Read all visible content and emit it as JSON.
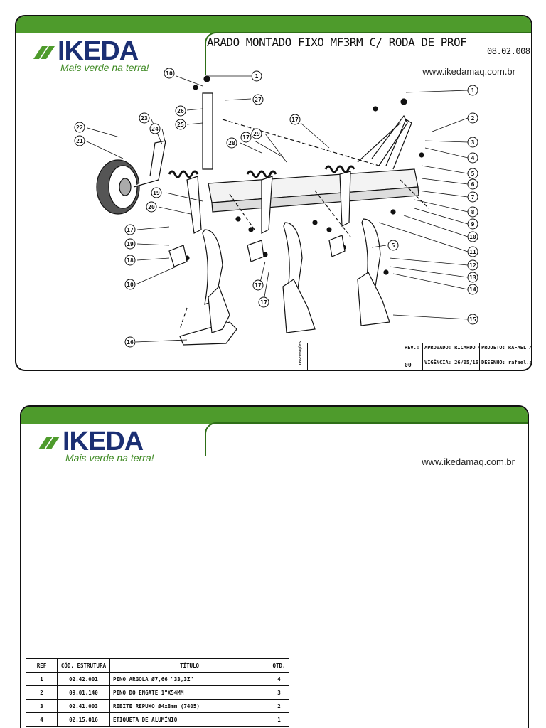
{
  "brand": {
    "name": "IKEDA",
    "tagline": "Mais verde na terra!",
    "url": "www.ikedamaq.com.br",
    "colors": {
      "green": "#4e9b2c",
      "navy": "#1b2f73",
      "tagline_green": "#3f8a24"
    }
  },
  "sheet1": {
    "title": "ARADO MONTADO FIXO MF3RM C/ RODA DE PROF",
    "date": "08.02.008",
    "callouts": [
      "1",
      "10",
      "27",
      "26",
      "25",
      "1",
      "2",
      "3",
      "4",
      "5",
      "6",
      "7",
      "8",
      "9",
      "10",
      "11",
      "12",
      "13",
      "14",
      "15",
      "5",
      "17",
      "29",
      "28",
      "17",
      "23",
      "24",
      "22",
      "21",
      "19",
      "20",
      "17",
      "19",
      "18",
      "10",
      "17",
      "17",
      "16"
    ],
    "titleblock": {
      "observacoes": "OBSERVAÇÕES",
      "rev_label": "REV.:",
      "rev_value": "00",
      "aprovado": "APROVADO: RICARDO C.",
      "vigencia_label": "VIGÊNCIA:",
      "vigencia_value": "26/05/16",
      "projeto": "PROJETO: RAFAEL A.",
      "desenho": "DESENHO: rafael.alves"
    }
  },
  "sheet2": {
    "table": {
      "headers": [
        "REF",
        "CÓD. ESTRUTURA",
        "TÍTULO",
        "QTD."
      ],
      "rows": [
        [
          "1",
          "02.42.001",
          "PINO ARGOLA Ø7,66 \"33,3Z\"",
          "4"
        ],
        [
          "2",
          "09.01.140",
          "PINO DO ENGATE 1\"X54MM",
          "3"
        ],
        [
          "3",
          "02.41.003",
          "REBITE REPUXO Ø4x8mm (7405)",
          "2"
        ],
        [
          "4",
          "02.15.016",
          "ETIQUETA DE ALUMÍNIO",
          "1"
        ]
      ]
    }
  }
}
